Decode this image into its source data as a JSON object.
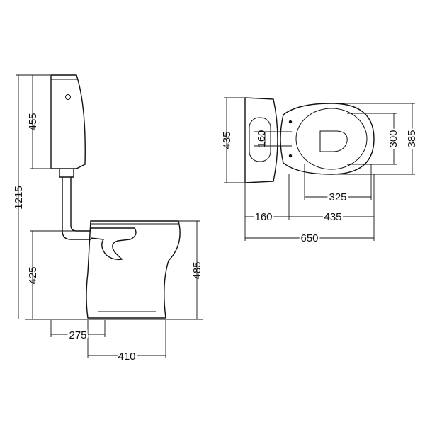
{
  "side_view": {
    "dimensions": {
      "total_height": "1215",
      "cistern_height": "455",
      "seat_height": "425",
      "bowl_height": "485",
      "outlet_offset": "275",
      "projection": "410"
    }
  },
  "top_view": {
    "dimensions": {
      "cistern_depth": "435",
      "cistern_inner": "160",
      "bowl_inner_width": "300",
      "bowl_width": "385",
      "opening_length": "325",
      "bowl_length": "435",
      "cistern_projection": "160",
      "total_length": "650"
    }
  }
}
